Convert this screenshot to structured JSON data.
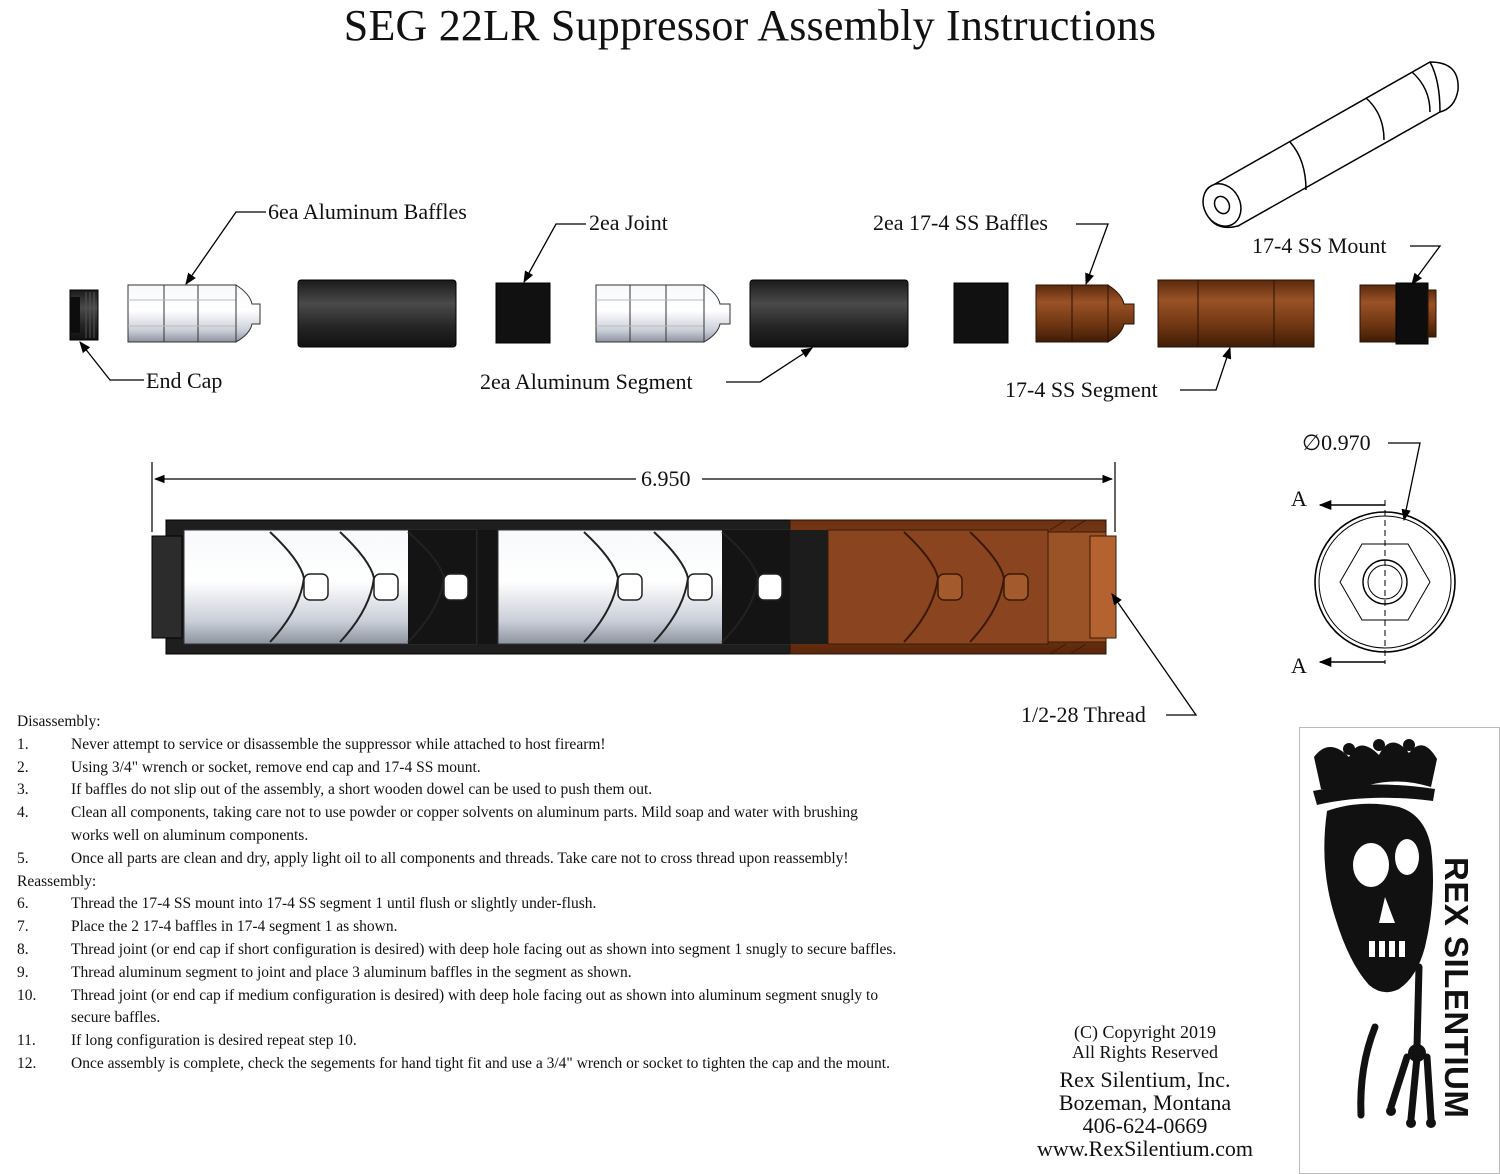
{
  "title": "SEG 22LR Suppressor Assembly Instructions",
  "labels": {
    "aluminum_baffles": "6ea Aluminum Baffles",
    "joint": "2ea Joint",
    "ss_baffles": "2ea 17-4 SS Baffles",
    "ss_mount": "17-4 SS Mount",
    "end_cap": "End Cap",
    "aluminum_segment": "2ea Aluminum Segment",
    "ss_segment": "17-4 SS Segment",
    "length": "6.950",
    "diameter": "0.970",
    "diameter_symbol": "∅",
    "section_mark": "A",
    "thread": "1/2-28 Thread"
  },
  "colors": {
    "aluminum": "#e4e8f0",
    "segment_black": "#2a2a2a",
    "stainless": "#7a3a12"
  },
  "instructions": {
    "disassembly_heading": "Disassembly:",
    "disassembly_steps": [
      {
        "num": "1.",
        "text": "Never attempt to service or disassemble the suppressor while attached to host firearm!"
      },
      {
        "num": "2.",
        "text": "Using 3/4\" wrench or socket, remove end cap and 17-4 SS mount."
      },
      {
        "num": "3.",
        "text": "If baffles do not slip out of the assembly, a short wooden dowel can be used to push them out."
      },
      {
        "num": "4.",
        "text": "Clean all components, taking care not to use powder or copper solvents on aluminum parts. Mild soap and water with brushing works well on aluminum components."
      },
      {
        "num": "5.",
        "text": "Once all parts are clean and dry, apply light oil to all components and threads.  Take care not to cross thread upon reassembly!"
      }
    ],
    "reassembly_heading": "Reassembly:",
    "reassembly_steps": [
      {
        "num": "6.",
        "text": "Thread the 17-4 SS mount into 17-4 SS segment 1 until flush or slightly under-flush."
      },
      {
        "num": "7.",
        "text": "Place the 2 17-4 baffles in 17-4 segment 1 as shown."
      },
      {
        "num": "8.",
        "text": "Thread joint (or end cap if short configuration is desired) with deep hole facing out as shown into segment 1 snugly to secure baffles."
      },
      {
        "num": "9.",
        "text": "Thread aluminum segment to joint and place 3 aluminum baffles in the segment as shown."
      },
      {
        "num": "10.",
        "text": "Thread joint (or end cap if medium configuration is desired) with deep hole facing out as shown into aluminum segment snugly to secure baffles."
      },
      {
        "num": "11.",
        "text": "If long configuration is desired repeat step 10."
      },
      {
        "num": "12.",
        "text": "Once assembly is complete, check the segements for hand tight fit and use a 3/4\" wrench or socket to tighten the cap and the mount."
      }
    ]
  },
  "footer": {
    "copyright_line1": "(C) Copyright 2019",
    "copyright_line2": "All Rights Reserved",
    "company": "Rex Silentium, Inc.",
    "location": "Bozeman, Montana",
    "phone": "406-624-0669",
    "website": "www.RexSilentium.com"
  },
  "logo": {
    "text": "REX SILENTIUM"
  }
}
